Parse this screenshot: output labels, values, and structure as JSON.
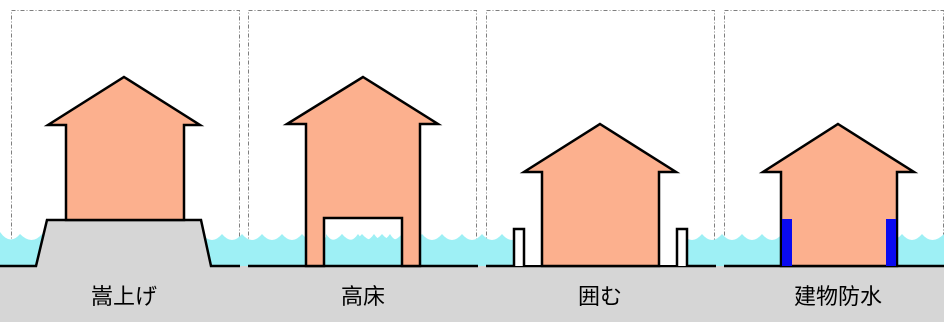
{
  "colors": {
    "house": "#FCB08E",
    "water": "#9EF0F5",
    "ground": "#D6D6D6",
    "outline": "#000000",
    "waterproof_wall": "#0A0AF0",
    "panel_border": "#7F7F7F",
    "background": "#FFFFFF"
  },
  "panels": [
    {
      "id": "raised-ground",
      "label": "嵩上げ"
    },
    {
      "id": "stilts",
      "label": "高床"
    },
    {
      "id": "surround",
      "label": "囲む"
    },
    {
      "id": "waterproof",
      "label": "建物防水"
    }
  ]
}
